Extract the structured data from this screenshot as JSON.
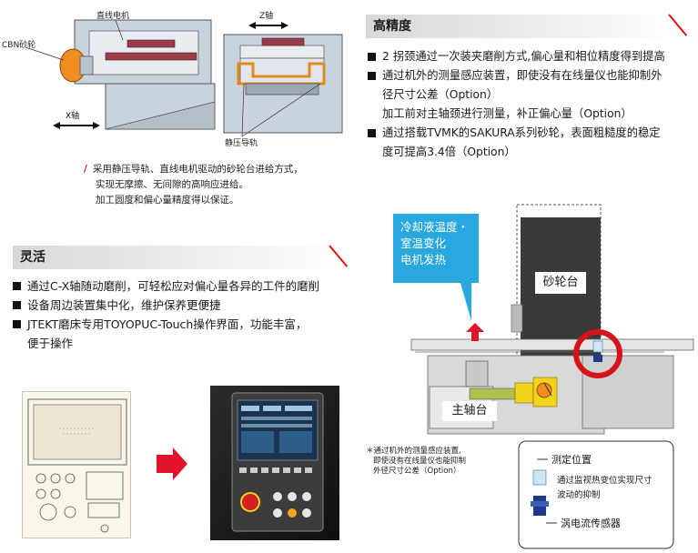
{
  "diagram_top": {
    "label_linear_motor": "直线电机",
    "label_z_axis": "Z轴",
    "label_cbn_wheel": "CBN砂轮",
    "label_x_axis": "X轴",
    "label_hydrostatic_guide": "静压导轨"
  },
  "note_top": {
    "mark": "/",
    "lines": [
      "采用静压导轨、直线电机驱动的砂轮台进给方式，",
      "实现无摩擦、无间隙的高响应进给。",
      "加工圆度和偏心量精度得以保证。"
    ]
  },
  "section_flexible": {
    "title": "灵活",
    "items": [
      "通过C-X轴随动磨削，可轻松应对偏心量各异的工件的磨削",
      "设备周边装置集中化，维护保养更便捷",
      "JTEKT磨床专用TOYOPUC-Touch操作界面，功能丰富，",
      "便于操作"
    ]
  },
  "section_precision": {
    "title": "高精度",
    "items": [
      "2 拐颈通过一次装夹磨削方式,偏心量和相位精度得到提高",
      "通过机外的测量感应装置，即使没有在线量仪也能抑制外",
      "径尺寸公差（Option）",
      "加工前对主轴颈进行测量，补正偏心量（Option）",
      "通过搭载TVMK的SAKURA系列砂轮，表面粗糙度的稳定",
      "度可提高3.4倍（Option）"
    ]
  },
  "diagram_right": {
    "callout_lines": [
      "冷却液温度・",
      "室温变化",
      "电机发热"
    ],
    "wheel_head": "砂轮台",
    "spindle": "主轴台",
    "footnote_lines": [
      "＊通过机外的测量感应装置,",
      "即使没有在线量仪也能抑制",
      "外径尺寸公差（Option）"
    ],
    "legend_position": "测定位置",
    "legend_desc_lines": [
      "通过监视热变位实现尺寸",
      "波动的抑制"
    ],
    "legend_sensor": "涡电流传感器"
  },
  "colors": {
    "accent_red": "#d4141a",
    "cyan": "#29a8e0",
    "dark_gray": "#3a3a3a",
    "orange": "#e08a1e",
    "yellow": "#f2d21a"
  }
}
